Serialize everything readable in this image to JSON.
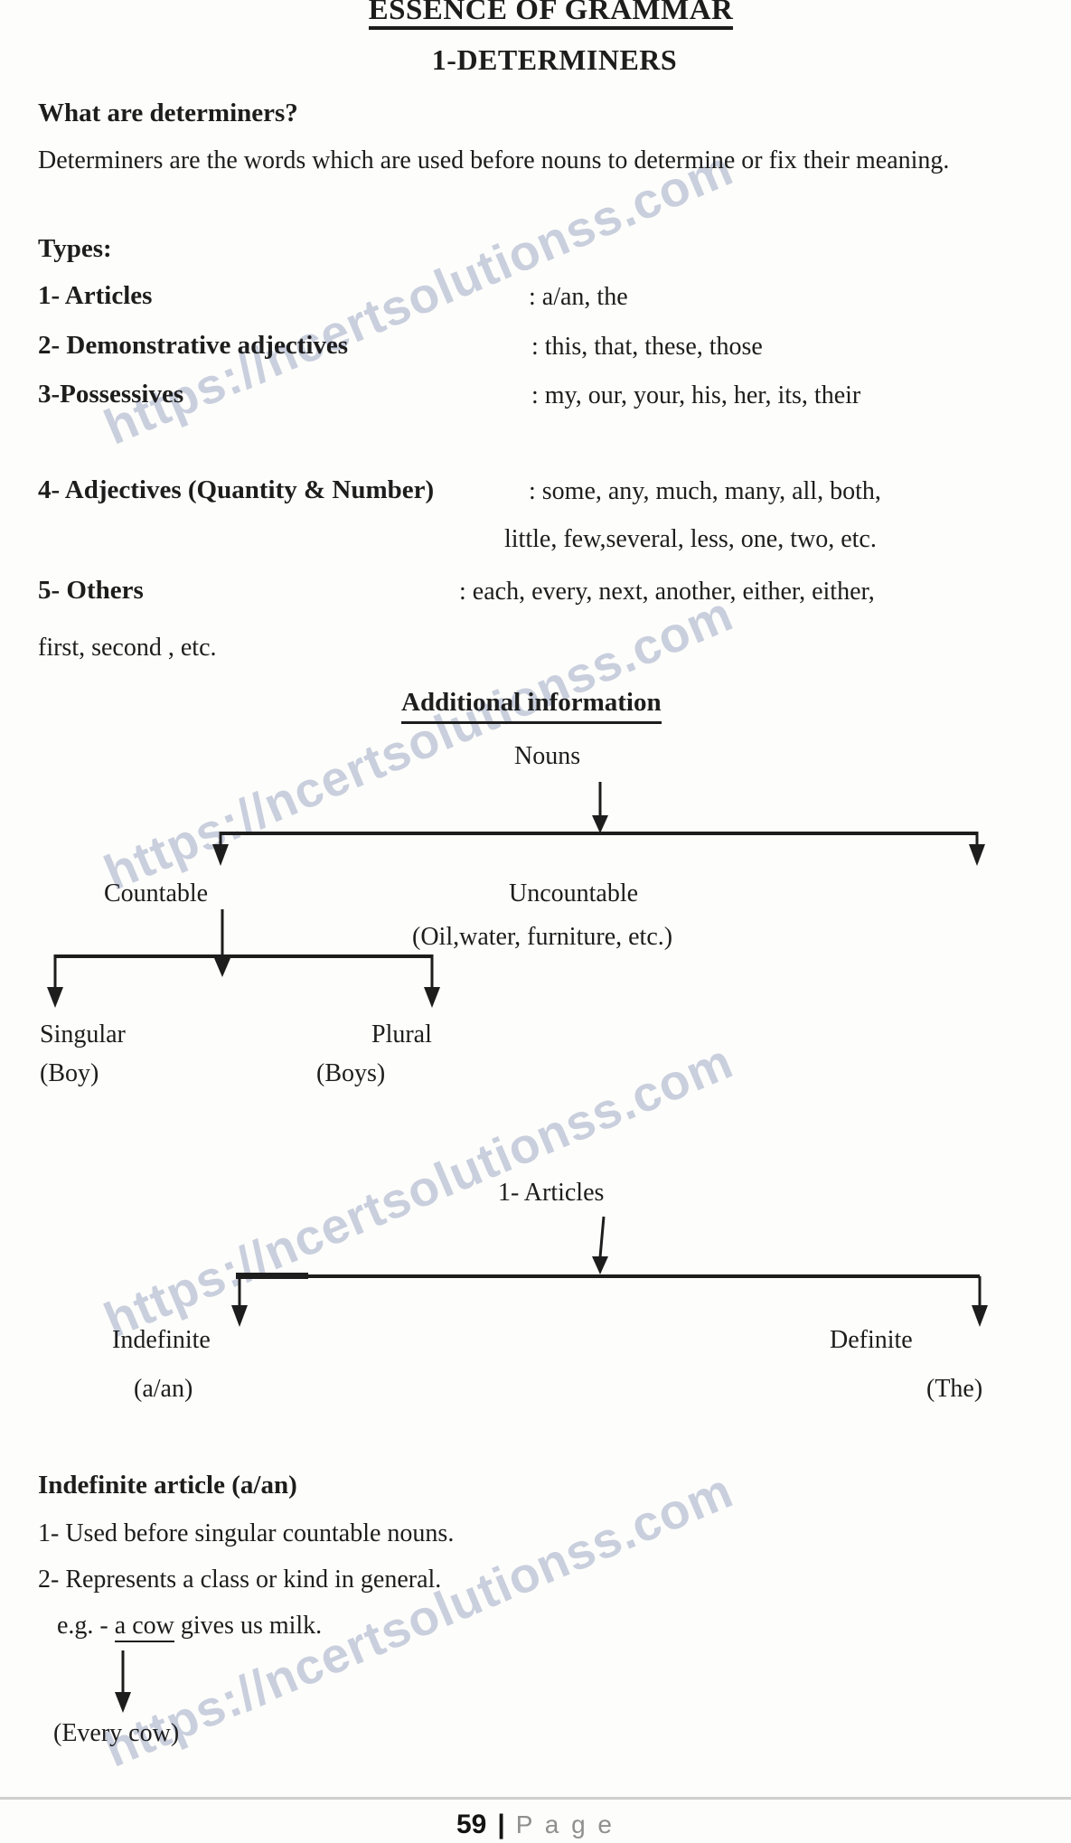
{
  "watermark": {
    "text": "https://ncertsolutionss.com"
  },
  "header": {
    "title": "ESSENCE OF GRAMMAR",
    "subtitle": "1-DETERMINERS",
    "question": "What are determiners?",
    "definition": "Determiners are the words which are used before nouns to determine or fix their meaning.",
    "types_label": "Types:"
  },
  "types": [
    {
      "label": "1- Articles",
      "value": ": a/an, the"
    },
    {
      "label": "2- Demonstrative adjectives",
      "value": ": this, that, these, those"
    },
    {
      "label": "3-Possessives",
      "value": ": my, our, your, his, her, its, their"
    },
    {
      "label": "4- Adjectives (Quantity & Number)",
      "value": ": some, any, much, many, all, both,",
      "value2": "little, few,several, less, one, two, etc."
    },
    {
      "label": "5- Others",
      "value": ": each, every, next, another, either, either,",
      "continuation": "first, second , etc."
    }
  ],
  "additional": {
    "heading": "Additional information",
    "nouns_chart": {
      "root": "Nouns",
      "left_branch": "Countable",
      "right_branch": "Uncountable",
      "right_note": "(Oil,water, furniture, etc.)",
      "sub_left": "Singular",
      "sub_left_example": "(Boy)",
      "sub_right": "Plural",
      "sub_right_example": "(Boys)"
    },
    "articles_chart": {
      "root": "1- Articles",
      "left_branch": "Indefinite",
      "left_example": "(a/an)",
      "right_branch": "Definite",
      "right_example": "(The)"
    }
  },
  "indefinite_section": {
    "heading": "Indefinite article (a/an)",
    "point1": "1- Used before singular countable nouns.",
    "point2": "2- Represents a class or kind in general.",
    "example_prefix": "e.g. - ",
    "example_underlined": "a cow",
    "example_suffix": " gives us milk.",
    "example_note": "(Every cow)"
  },
  "footer": {
    "page_number": "59",
    "separator": "|",
    "page_label": "P a g e"
  }
}
